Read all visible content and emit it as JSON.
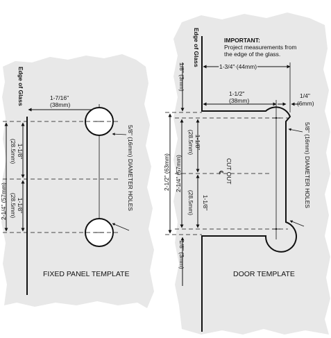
{
  "fixed_panel": {
    "edge_label": "Edge of Glass",
    "horiz_fraction": "1-7/16\"",
    "horiz_mm": "(38mm)",
    "spacing_fraction_top": "1-1/8\"",
    "spacing_mm_top": "(28.5mm)",
    "total_fraction": "2-1/4\" (57mm)",
    "spacing_fraction_bottom": "1-1/8\"",
    "spacing_mm_bottom": "(28.5mm)",
    "holes_label": "5/8\" (16mm) DIAMETER HOLES",
    "title": "FIXED PANEL TEMPLATE"
  },
  "door": {
    "edge_label": "Edge of Glass",
    "important_heading": "IMPORTANT:",
    "important_line1": "Project measurements from",
    "important_line2": "the edge of the glass.",
    "top_dim": "1-3/4\" (44mm)",
    "left_top_offset": "1/8\" (3mm)",
    "hole_fraction": "1-1/2\"",
    "hole_mm": "(38mm)",
    "notch_fraction": "1/4\"",
    "notch_mm": "(6mm)",
    "outer_total": "2-1/2\" (63mm)",
    "inner_total": "2-1/4\" (57mm)",
    "spacing_fraction_top": "1-1/8\"",
    "spacing_mm_top": "(28.5mm)",
    "spacing_fraction_bottom": "1-1/8\"",
    "spacing_mm_bottom": "(28.5mm)",
    "cutout_label": "CUT OUT",
    "centerline_symbol": "℄",
    "bottom_offset": "1/8\" (3mm)",
    "holes_label": "5/8\" (16mm) DIAMETER HOLES",
    "title": "DOOR TEMPLATE"
  },
  "colors": {
    "panel": "#e8e8e8",
    "line": "#111111"
  }
}
